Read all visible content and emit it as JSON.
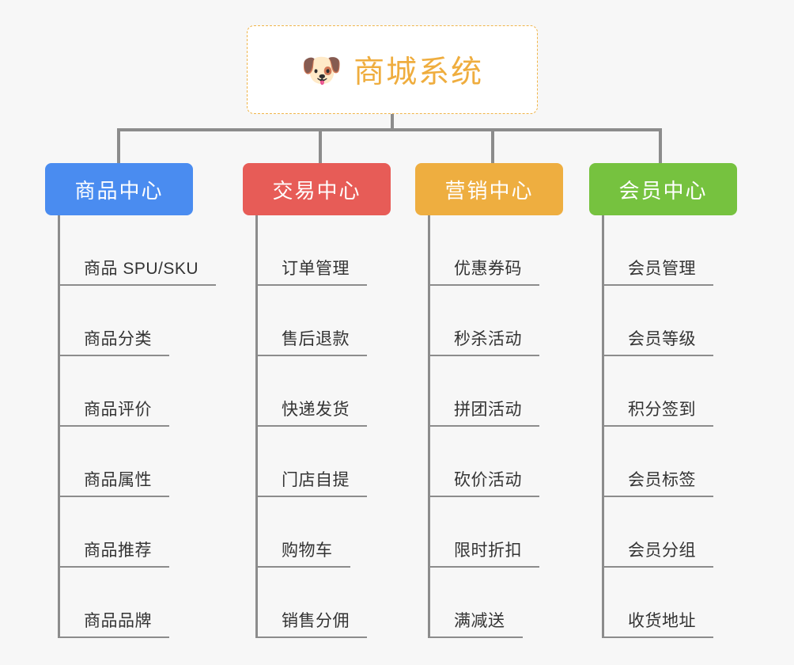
{
  "root": {
    "icon": "dog-face-icon",
    "icon_glyph": "🐶",
    "title": "商城系统",
    "accent_color": "#efad3e",
    "border_color": "#f0b54a"
  },
  "background_color": "#f7f7f7",
  "connector_color": "#8c8c8c",
  "columns": [
    {
      "label": "商品中心",
      "color": "#4a8cf0",
      "items": [
        "商品 SPU/SKU",
        "商品分类",
        "商品评价",
        "商品属性",
        "商品推荐",
        "商品品牌"
      ]
    },
    {
      "label": "交易中心",
      "color": "#e75c57",
      "items": [
        "订单管理",
        "售后退款",
        "快递发货",
        "门店自提",
        "购物车",
        "销售分佣"
      ]
    },
    {
      "label": "营销中心",
      "color": "#eeae40",
      "items": [
        "优惠券码",
        "秒杀活动",
        "拼团活动",
        "砍价活动",
        "限时折扣",
        "满减送"
      ]
    },
    {
      "label": "会员中心",
      "color": "#76c23f",
      "items": [
        "会员管理",
        "会员等级",
        "积分签到",
        "会员标签",
        "会员分组",
        "收货地址"
      ]
    }
  ]
}
